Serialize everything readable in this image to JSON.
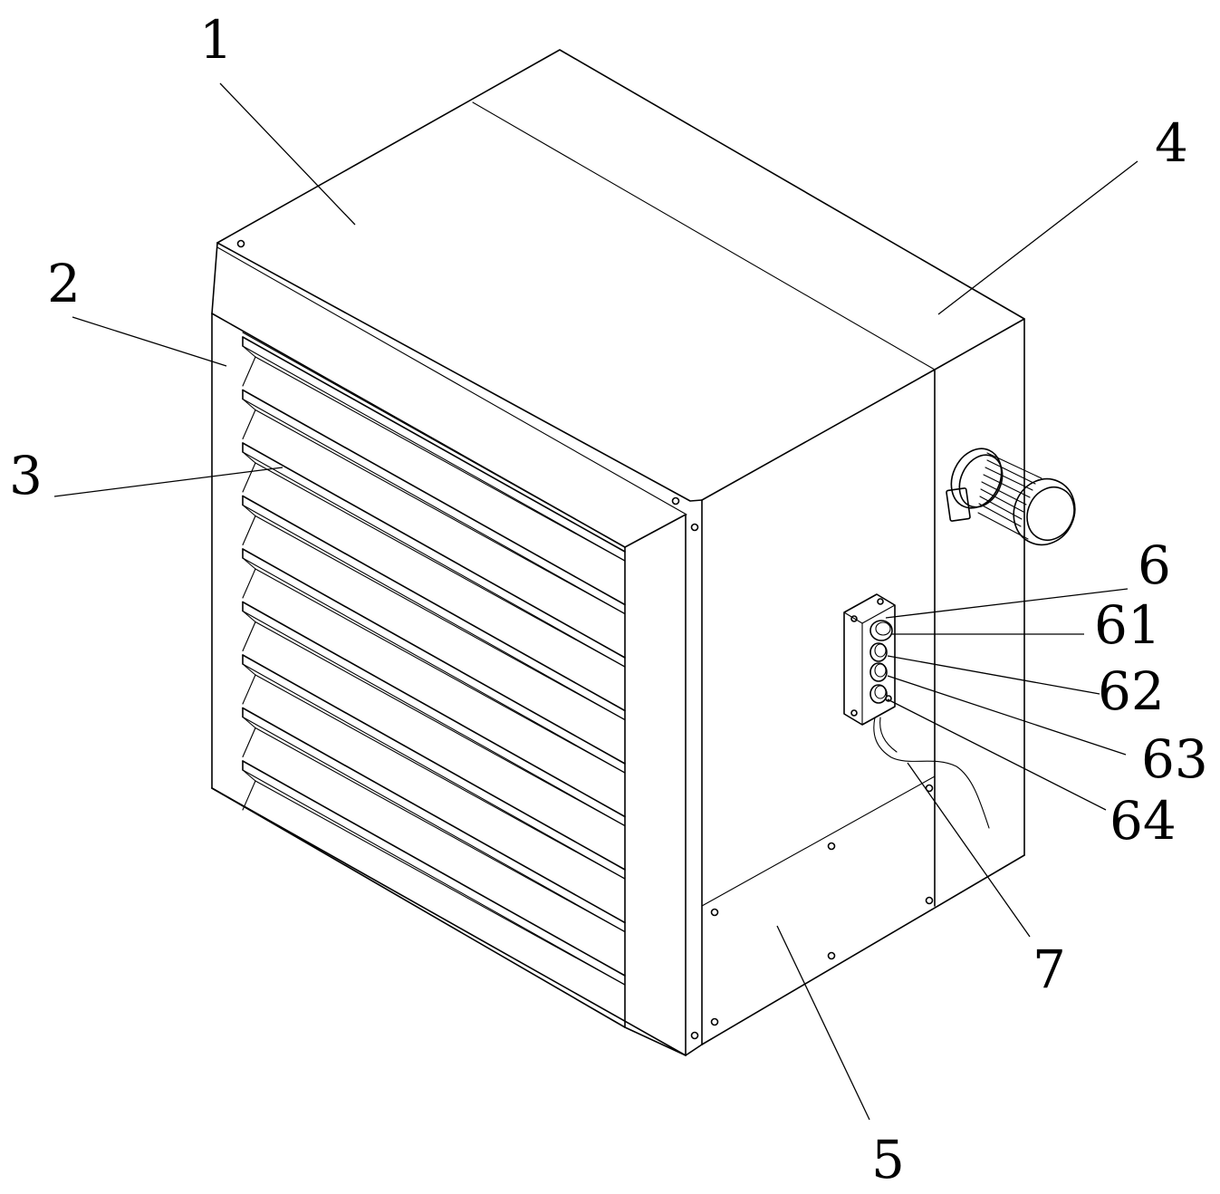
{
  "figure": {
    "background": "#ffffff",
    "stroke_color": "#000000"
  },
  "callouts": [
    {
      "id": "1",
      "label": "1"
    },
    {
      "id": "2",
      "label": "2"
    },
    {
      "id": "3",
      "label": "3"
    },
    {
      "id": "4",
      "label": "4"
    },
    {
      "id": "5",
      "label": "5"
    },
    {
      "id": "6",
      "label": "6"
    },
    {
      "id": "61",
      "label": "61"
    },
    {
      "id": "62",
      "label": "62"
    },
    {
      "id": "63",
      "label": "63"
    },
    {
      "id": "64",
      "label": "64"
    },
    {
      "id": "7",
      "label": "7"
    }
  ]
}
